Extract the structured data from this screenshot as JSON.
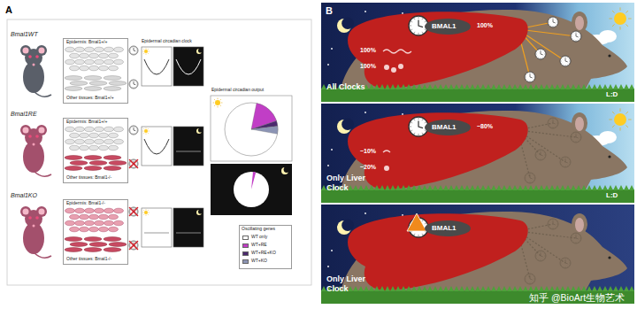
{
  "diagram": {
    "nodes": [
      {
        "text": [
          "A"
        ]
      },
      {
        "text": [
          "Epidermis: Bmal1+/+",
          "Other tissues: Bmal1+/+"
        ],
        "in": 0
      },
      {
        "text": [
          "Epidermis: Bmal1+/+",
          "Other tissues: Bmal1-/-"
        ],
        "in": 0
      },
      {
        "text": [
          "Epidermis: Bmal1-/-",
          "Other tissues: Bmal1-/-"
        ],
        "in": 0
      },
      {
        "text": [
          "Epidermal circadian output"
        ],
        "in": 0
      },
      {
        "text": [
          "B"
        ]
      },
      {
        "text": [
          "All Clocks",
          "BMAL1",
          "100%",
          "100%",
          "100%",
          "L:D"
        ],
        "in": 5
      },
      {
        "text": [
          "Only Liver Clock",
          "BMAL1",
          "~80%",
          "~10%",
          "~20%",
          "L:D"
        ],
        "in": 5
      },
      {
        "text": [
          "Only Liver Clock",
          "BMAL1"
        ],
        "in": 5
      }
    ],
    "labels": [
      "Bmal1WT",
      "Bmal1RE",
      "Bmal1KO",
      "Epidermal circadian clock",
      "Oscillating genes",
      "知乎 @BioArt生物艺术"
    ],
    "legend": [
      {
        "text": "WT only",
        "color": "#ffffff"
      },
      {
        "text": "WT+RE",
        "color": "#c13ec6"
      },
      {
        "text": "WT+RE+KO",
        "color": "#4b2a6e"
      },
      {
        "text": "WT+KO",
        "color": "#8c94b4"
      }
    ]
  }
}
